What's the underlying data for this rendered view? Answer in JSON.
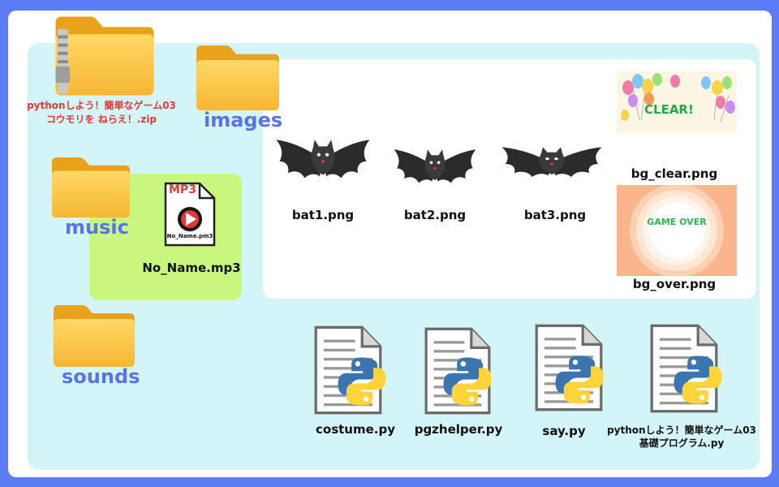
{
  "folders": {
    "images": "images",
    "music": "music",
    "sounds": "sounds"
  },
  "zip_file": {
    "line1": "pythonしよう！簡単なゲーム03",
    "line2": "コウモリを ねらえ！.zip"
  },
  "image_files": {
    "bat1": "bat1.png",
    "bat2": "bat2.png",
    "bat3": "bat3.png",
    "bg_clear": "bg_clear.png",
    "bg_over": "bg_over.png"
  },
  "thumb_text": {
    "clear": "CLEAR!",
    "game_over": "GAME OVER"
  },
  "music_file": {
    "name": "No_Name.mp3",
    "tag": "MP3",
    "icon_caption": "No_Name.pm3"
  },
  "python_files": {
    "costume": "costume.py",
    "pgzhelper": "pgzhelper.py",
    "say": "say.py",
    "main_line1": "pythonしよう！簡単なゲーム03",
    "main_line2": "基礎プログラム.py"
  },
  "colors": {
    "background": "#5b7cf5",
    "panel": "#d4f5f7",
    "music_panel": "#c7f77c",
    "folder_label": "#5a73e6",
    "zip_label": "#e53935"
  }
}
